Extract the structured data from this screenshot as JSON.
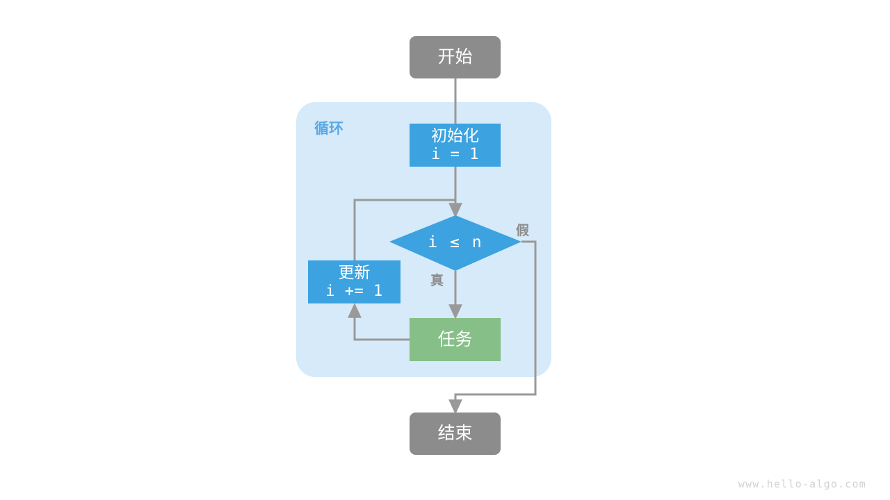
{
  "diagram": {
    "title_watermark": "www.hello-algo.com",
    "group": {
      "label": "循环",
      "fill": "#d6eaf9"
    },
    "colors": {
      "terminal": "#8c8c8c",
      "process_blue": "#3ca2e0",
      "process_green": "#86bf87",
      "connector": "#999999",
      "group_label": "#5aa9e6",
      "edge_label": "#8c8c8c",
      "watermark": "#d3d3d3",
      "background": "#ffffff"
    },
    "nodes": {
      "start": {
        "label": "开始",
        "shape": "rounded-rect",
        "fill": "#8c8c8c"
      },
      "init": {
        "line1": "初始化",
        "line2": "i = 1",
        "shape": "rect",
        "fill": "#3ca2e0"
      },
      "decision": {
        "label": "i ≤ n",
        "shape": "diamond",
        "fill": "#3ca2e0"
      },
      "update": {
        "line1": "更新",
        "line2": "i += 1",
        "shape": "rect",
        "fill": "#3ca2e0"
      },
      "task": {
        "label": "任务",
        "shape": "rect",
        "fill": "#86bf87"
      },
      "end": {
        "label": "结束",
        "shape": "rounded-rect",
        "fill": "#8c8c8c"
      }
    },
    "edge_labels": {
      "true_branch": "真",
      "false_branch": "假"
    }
  }
}
